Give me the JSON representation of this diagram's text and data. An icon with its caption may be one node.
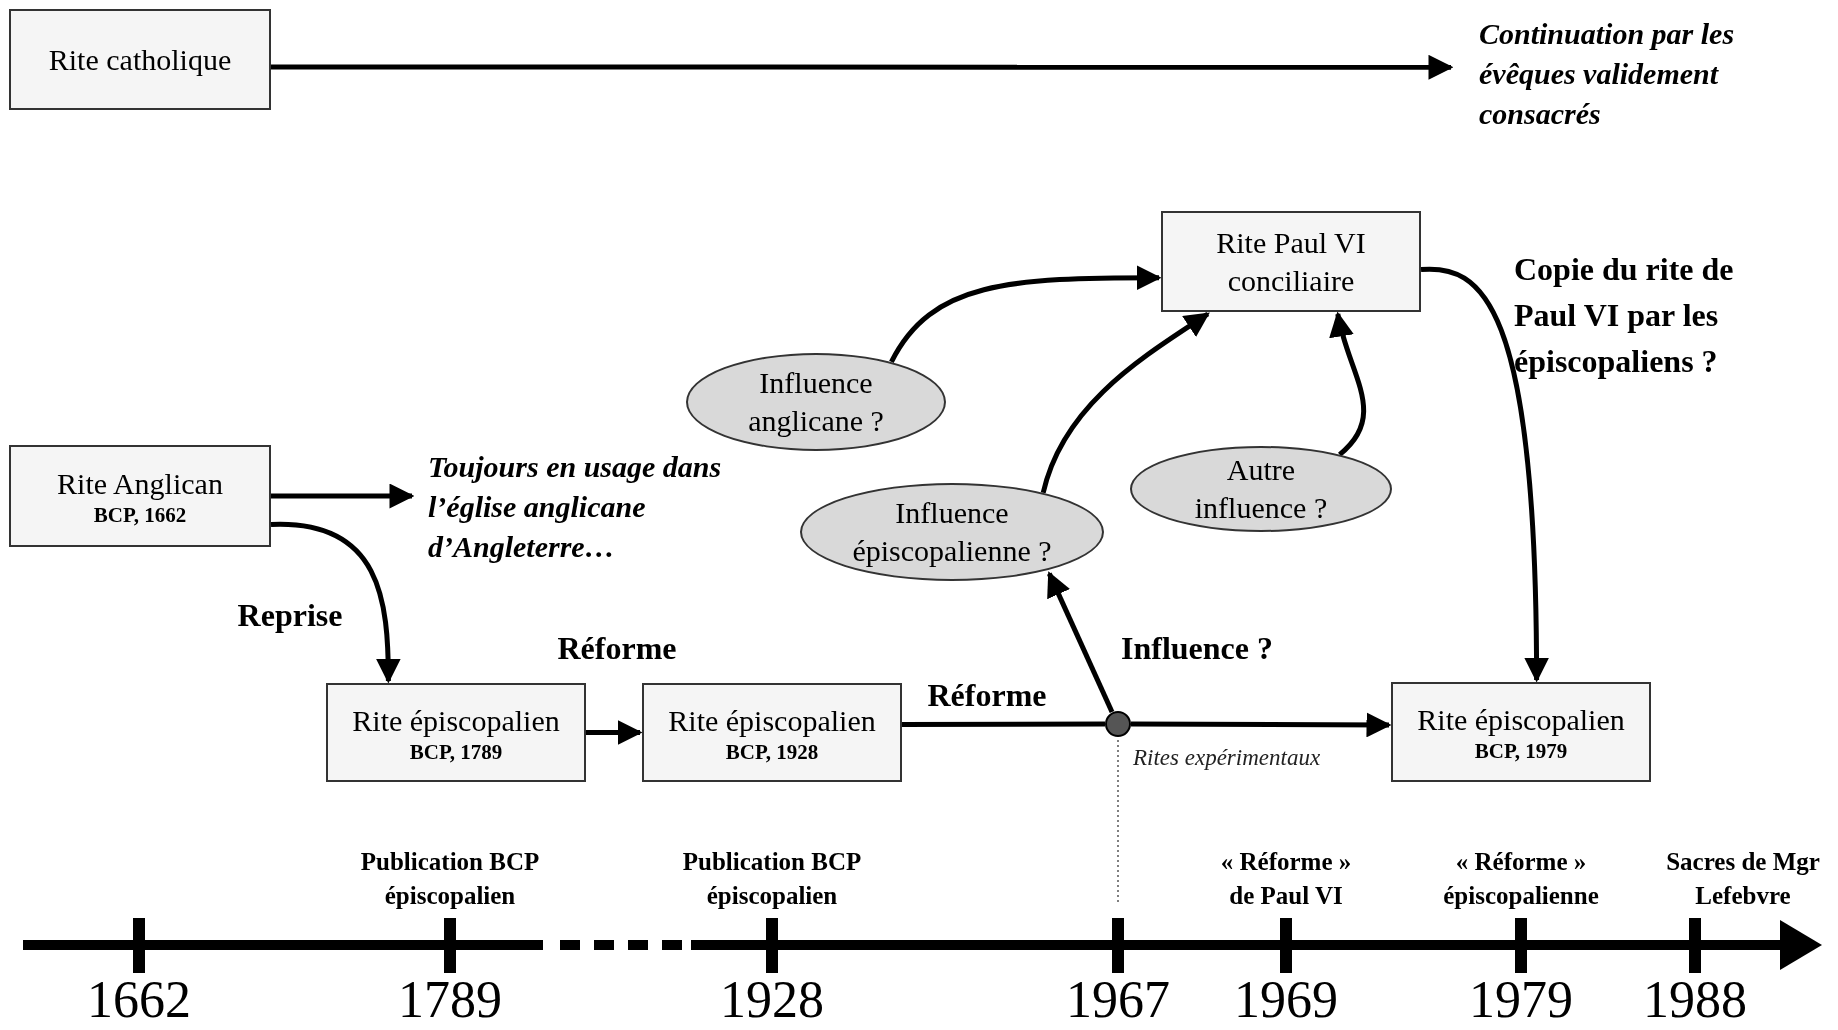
{
  "diagram": {
    "nodes": [
      {
        "text": [
          "Rite catholique"
        ]
      },
      {
        "text": [
          "Continuation par les évêques validement consacrés"
        ]
      },
      {
        "text": [
          "Rite Paul VI conciliaire"
        ]
      },
      {
        "text": [
          "Influence anglicane ?"
        ]
      },
      {
        "text": [
          "Rite Anglican",
          "BCP, 1662"
        ]
      },
      {
        "text": [
          "Toujours en usage dans l’église anglicane d’Angleterre…"
        ]
      },
      {
        "text": [
          "Autre influence ?"
        ]
      },
      {
        "text": [
          "Influence épiscopalienne ?"
        ]
      },
      {
        "text": [
          "Rite épiscopalien",
          "BCP, 1789"
        ]
      },
      {
        "text": [
          "Rite épiscopalien",
          "BCP, 1928"
        ]
      },
      {
        "text": [],
        "shape": "circle",
        "beside": [
          "Rites expérimentaux"
        ]
      },
      {
        "text": [
          "Rite épiscopalien",
          "BCP, 1979"
        ]
      }
    ],
    "edges": [
      {
        "from": 0,
        "to": 1,
        "arrow": "to"
      },
      {
        "from": 4,
        "to": 5,
        "arrow": "to"
      },
      {
        "from": 4,
        "to": 8,
        "arrow": "to",
        "label": "Reprise"
      },
      {
        "from": 8,
        "to": 9,
        "arrow": "to",
        "label": "Réforme"
      },
      {
        "from": 9,
        "to": 10,
        "arrow": "none",
        "label": "Réforme"
      },
      {
        "from": 10,
        "to": 11,
        "arrow": "to"
      },
      {
        "from": 10,
        "to": 7,
        "arrow": "to",
        "label": "Influence ?"
      },
      {
        "from": 7,
        "to": 2,
        "arrow": "to"
      },
      {
        "from": 3,
        "to": 2,
        "arrow": "to"
      },
      {
        "from": 6,
        "to": 2,
        "arrow": "to"
      },
      {
        "from": 2,
        "to": 11,
        "arrow": "to",
        "label": "Copie du rite de Paul VI par les épiscopaliens ?"
      }
    ],
    "labels": [
      "Publication BCP épiscopalien",
      "Publication BCP épiscopalien",
      "« Réforme » de Paul VI",
      "« Réforme » épiscopalienne",
      "Sacres de Mgr Lefebvre",
      "1662",
      "1789",
      "1928",
      "1967",
      "1969",
      "1979",
      "1988"
    ]
  }
}
